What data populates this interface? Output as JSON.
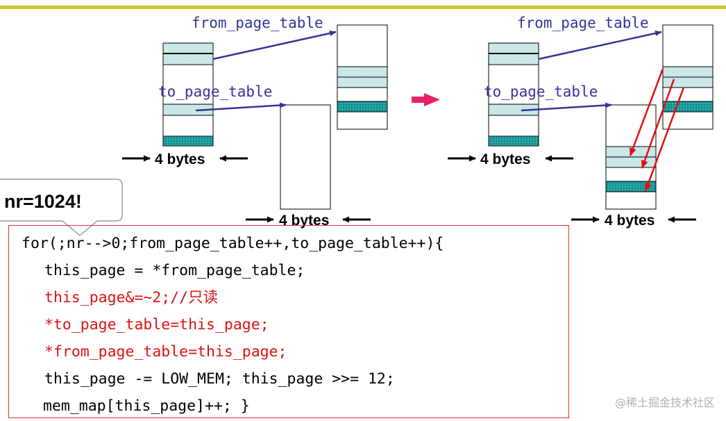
{
  "diagram": {
    "labels": {
      "from_page_table": "from_page_table",
      "to_page_table": "to_page_table",
      "bytes": "4 bytes"
    },
    "callout": "nr=1024!"
  },
  "code": {
    "lines": [
      {
        "text": "for(;nr-->0;from_page_table++,to_page_table++){",
        "color": "#000000"
      },
      {
        "text": "this_page = *from_page_table;",
        "color": "#000000"
      },
      {
        "text": "this_page&=~2;//只读",
        "color": "#dd1111"
      },
      {
        "text": "*to_page_table=this_page;",
        "color": "#dd1111"
      },
      {
        "text": "*from_page_table=this_page;",
        "color": "#dd1111"
      },
      {
        "text": "this_page -= LOW_MEM; this_page >>= 12;",
        "color": "#000000"
      },
      {
        "text": "mem_map[this_page]++; }",
        "color": "#000000"
      }
    ]
  },
  "watermark": "@稀土掘金技术社区",
  "colors": {
    "bar": "#c8c832",
    "arrow_blue": "#333399",
    "arrow_red": "#e01010",
    "arrow_pink": "#e8206a",
    "cell_light": "#cfe9e9",
    "cell_dark": "#1fa5a5",
    "box_border": "#e03030",
    "watermark": "#b0b0b0"
  }
}
